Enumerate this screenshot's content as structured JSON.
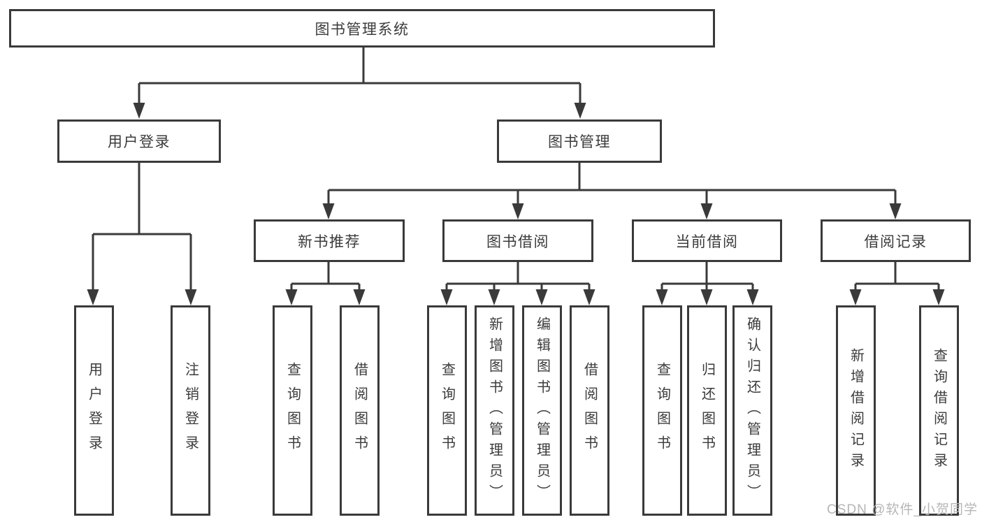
{
  "colors": {
    "line": "#3a3a3a",
    "box_border": "#3a3a3a",
    "text": "#3b3b3b",
    "watermark": "#b6b6b6",
    "background": "#ffffff"
  },
  "watermark": {
    "text": "CSDN @软件_小贺同学"
  },
  "tree": {
    "root": {
      "label": "图书管理系统"
    },
    "branches": [
      {
        "label": "用户登录",
        "children": [
          {
            "label": "用户登录"
          },
          {
            "label": "注销登录"
          }
        ]
      },
      {
        "label": "图书管理",
        "children": [
          {
            "label": "新书推荐",
            "children": [
              {
                "label": "查询图书"
              },
              {
                "label": "借阅图书"
              }
            ]
          },
          {
            "label": "图书借阅",
            "children": [
              {
                "label": "查询图书"
              },
              {
                "label": "新增图书（管理员）"
              },
              {
                "label": "编辑图书（管理员）"
              },
              {
                "label": "借阅图书"
              }
            ]
          },
          {
            "label": "当前借阅",
            "children": [
              {
                "label": "查询图书"
              },
              {
                "label": "归还图书"
              },
              {
                "label": "确认归还（管理员）"
              }
            ]
          },
          {
            "label": "借阅记录",
            "children": [
              {
                "label": "新增借阅记录"
              },
              {
                "label": "查询借阅记录"
              }
            ]
          }
        ]
      }
    ]
  }
}
